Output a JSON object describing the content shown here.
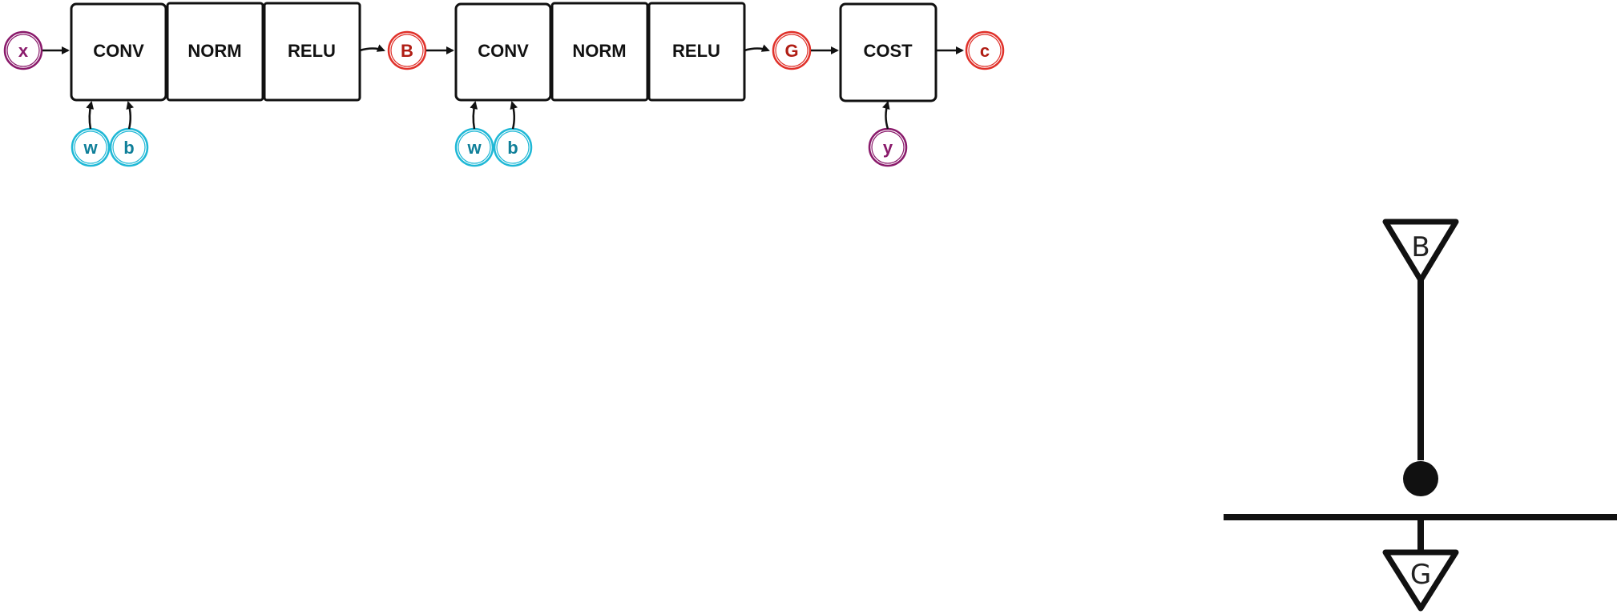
{
  "pipeline": {
    "inputs": {
      "x": "x",
      "w1": "w",
      "b1": "b",
      "w2": "w",
      "b2": "b",
      "y": "y"
    },
    "blocks1": [
      "CONV",
      "NORM",
      "RELU"
    ],
    "mid_node": "B",
    "blocks2": [
      "CONV",
      "NORM",
      "RELU"
    ],
    "out_node": "G",
    "cost_block": "COST",
    "final_node": "c"
  },
  "symbol": {
    "top_label": "B",
    "bottom_label": "G"
  },
  "colors": {
    "magenta": "#8a1a6b",
    "cyan": "#1fb8d6",
    "cyan_text": "#0f7f99",
    "red": "#e0312a",
    "red_text": "#b01d14",
    "ink": "#111111"
  }
}
